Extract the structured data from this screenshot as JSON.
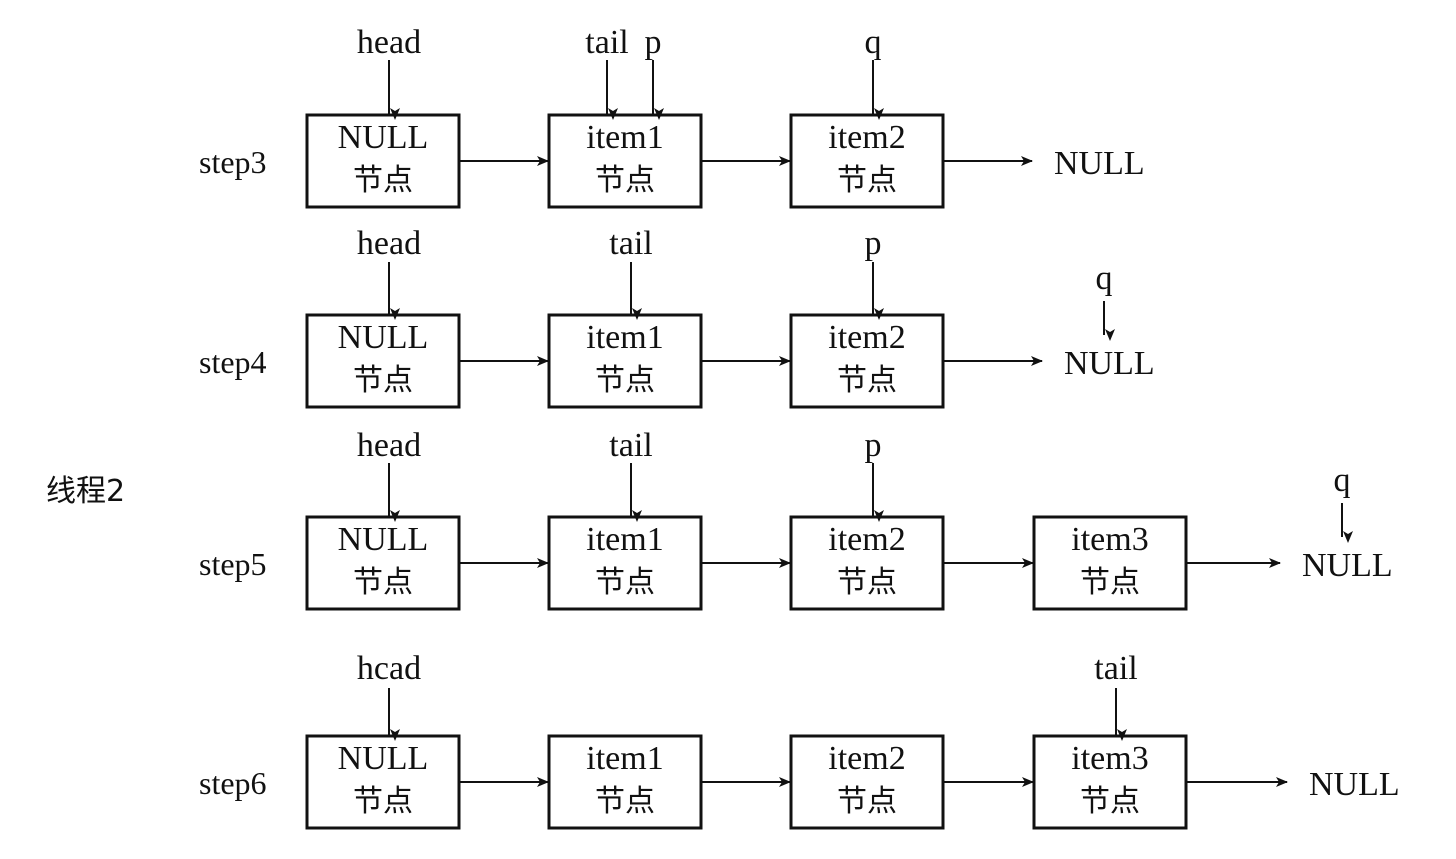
{
  "thread_label": "线程2",
  "node_sub_label": "节点",
  "null_text": "NULL",
  "steps": [
    {
      "label": "step3",
      "nodes": [
        "NULL",
        "item1",
        "item2"
      ],
      "pointers": [
        {
          "name": "head",
          "node": 0
        },
        {
          "name": "tail",
          "node": 1
        },
        {
          "name": "p",
          "node": 1
        },
        {
          "name": "q",
          "node": 2
        }
      ]
    },
    {
      "label": "step4",
      "nodes": [
        "NULL",
        "item1",
        "item2"
      ],
      "pointers": [
        {
          "name": "head",
          "node": 0
        },
        {
          "name": "tail",
          "node": 1
        },
        {
          "name": "p",
          "node": 2
        },
        {
          "name": "q",
          "node": "null"
        }
      ]
    },
    {
      "label": "step5",
      "nodes": [
        "NULL",
        "item1",
        "item2",
        "item3"
      ],
      "pointers": [
        {
          "name": "head",
          "node": 0
        },
        {
          "name": "tail",
          "node": 1
        },
        {
          "name": "p",
          "node": 2
        },
        {
          "name": "q",
          "node": "null"
        }
      ]
    },
    {
      "label": "step6",
      "nodes": [
        "NULL",
        "item1",
        "item2",
        "item3"
      ],
      "pointers": [
        {
          "name": "hcad",
          "node": 0
        },
        {
          "name": "tail",
          "node": 3
        }
      ]
    }
  ]
}
